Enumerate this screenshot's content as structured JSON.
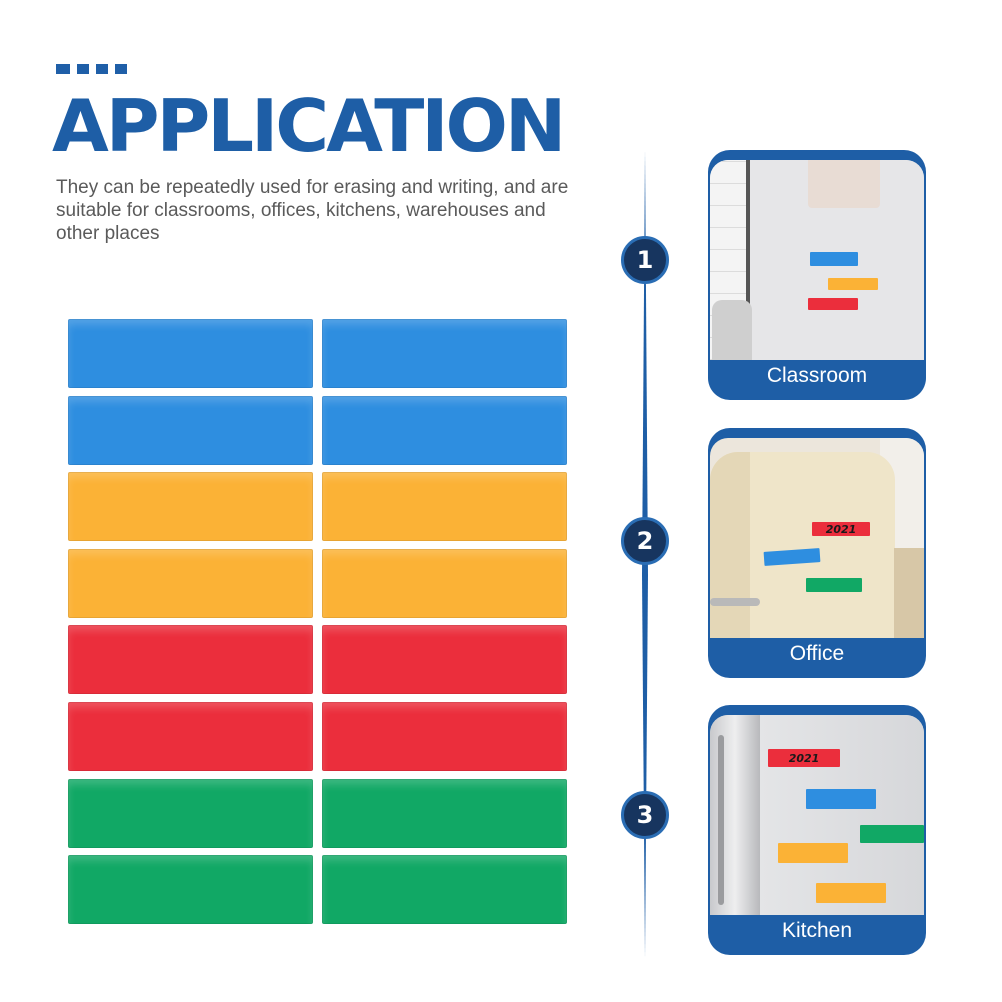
{
  "header": {
    "title": "APPLICATION",
    "description": "They can be repeatedly used for erasing and writing, and are suitable for classrooms, offices, kitchens, warehouses and other places"
  },
  "colors": {
    "brand_blue": "#1e5ea6",
    "label_blue": "#2e8ee0",
    "label_orange": "#fbb236",
    "label_red": "#eb2e3c",
    "label_green": "#11a865"
  },
  "label_rows": [
    "blue",
    "blue",
    "orange",
    "orange",
    "red",
    "red",
    "green",
    "green"
  ],
  "steps": [
    {
      "number": "1",
      "caption": "Classroom"
    },
    {
      "number": "2",
      "caption": "Office",
      "strip_text": "2021"
    },
    {
      "number": "3",
      "caption": "Kitchen",
      "strip_text": "2021"
    }
  ]
}
